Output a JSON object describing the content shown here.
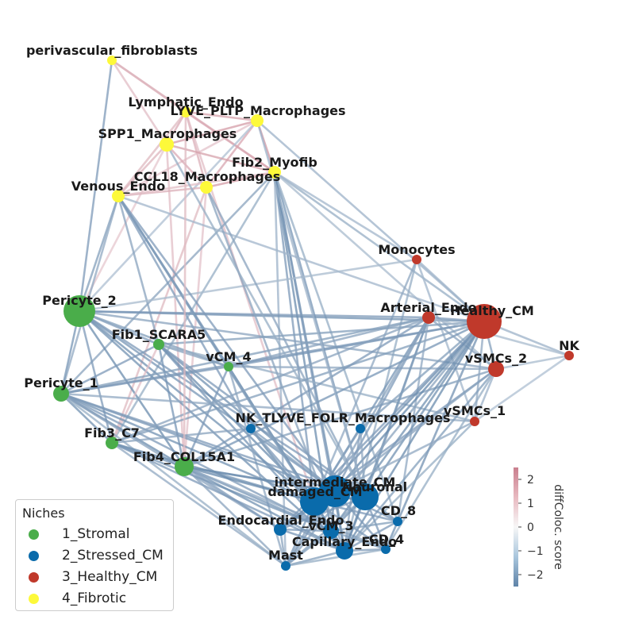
{
  "nodes": [
    {
      "id": "perivascular_fibroblasts",
      "niche": "4_Fibrotic",
      "size": 6
    },
    {
      "id": "Lymphatic_Endo",
      "niche": "4_Fibrotic",
      "size": 7
    },
    {
      "id": "LYVE_PLTP_Macrophages",
      "niche": "4_Fibrotic",
      "size": 8
    },
    {
      "id": "SPP1_Macrophages",
      "niche": "4_Fibrotic",
      "size": 9
    },
    {
      "id": "Fib2_Myofib",
      "niche": "4_Fibrotic",
      "size": 8
    },
    {
      "id": "CCL18_Macrophages",
      "niche": "4_Fibrotic",
      "size": 8
    },
    {
      "id": "Venous_Endo",
      "niche": "4_Fibrotic",
      "size": 8
    },
    {
      "id": "Pericyte_2",
      "niche": "1_Stromal",
      "size": 20
    },
    {
      "id": "Fib1_SCARA5",
      "niche": "1_Stromal",
      "size": 7
    },
    {
      "id": "vCM_4",
      "niche": "1_Stromal",
      "size": 6
    },
    {
      "id": "Pericyte_1",
      "niche": "1_Stromal",
      "size": 10
    },
    {
      "id": "Fib3_C7",
      "niche": "1_Stromal",
      "size": 8
    },
    {
      "id": "Fib4_COL15A1",
      "niche": "1_Stromal",
      "size": 12
    },
    {
      "id": "Monocytes",
      "niche": "3_Healthy_CM",
      "size": 6
    },
    {
      "id": "Arterial_Endo",
      "niche": "3_Healthy_CM",
      "size": 8
    },
    {
      "id": "Healthy_CM",
      "niche": "3_Healthy_CM",
      "size": 22
    },
    {
      "id": "NK",
      "niche": "3_Healthy_CM",
      "size": 6
    },
    {
      "id": "vSMCs_2",
      "niche": "3_Healthy_CM",
      "size": 10
    },
    {
      "id": "vSMCs_1",
      "niche": "3_Healthy_CM",
      "size": 6
    },
    {
      "id": "NK_TLYVE_FOLR_Macrophages",
      "niche": "2_Stressed_CM",
      "size": 6
    },
    {
      "id": "NK_T",
      "niche": "2_Stressed_CM",
      "size": 6
    },
    {
      "id": "LYVE_FOLR_Macrophages",
      "niche": "2_Stressed_CM",
      "size": 6
    },
    {
      "id": "intermediate_CM",
      "niche": "2_Stressed_CM",
      "size": 20
    },
    {
      "id": "damaged_CM",
      "niche": "2_Stressed_CM",
      "size": 18
    },
    {
      "id": "Neuronal",
      "niche": "2_Stressed_CM",
      "size": 17
    },
    {
      "id": "CD_8",
      "niche": "2_Stressed_CM",
      "size": 6
    },
    {
      "id": "Endocardial_Endo",
      "niche": "2_Stressed_CM",
      "size": 8
    },
    {
      "id": "vCM_3",
      "niche": "2_Stressed_CM",
      "size": 10
    },
    {
      "id": "Capillary_Endo",
      "niche": "2_Stressed_CM",
      "size": 11
    },
    {
      "id": "CD_4",
      "niche": "2_Stressed_CM",
      "size": 6
    },
    {
      "id": "Mast",
      "niche": "2_Stressed_CM",
      "size": 6
    }
  ],
  "labels": [
    {
      "text": "perivascular_fibroblasts",
      "node": "perivascular_fibroblasts"
    },
    {
      "text": "Lymphatic_Endo",
      "node": "Lymphatic_Endo"
    },
    {
      "text": "LYVE_PLTP_Macrophages",
      "node": "LYVE_PLTP_Macrophages"
    },
    {
      "text": "SPP1_Macrophages",
      "node": "SPP1_Macrophages"
    },
    {
      "text": "Fib2_Myofib",
      "node": "Fib2_Myofib"
    },
    {
      "text": "CCL18_Macrophages",
      "node": "CCL18_Macrophages"
    },
    {
      "text": "Venous_Endo",
      "node": "Venous_Endo"
    },
    {
      "text": "Pericyte_2",
      "node": "Pericyte_2"
    },
    {
      "text": "Fib1_SCARA5",
      "node": "Fib1_SCARA5"
    },
    {
      "text": "vCM_4",
      "node": "vCM_4"
    },
    {
      "text": "Pericyte_1",
      "node": "Pericyte_1"
    },
    {
      "text": "Fib3_C7",
      "node": "Fib3_C7"
    },
    {
      "text": "Fib4_COL15A1",
      "node": "Fib4_COL15A1"
    },
    {
      "text": "Monocytes",
      "node": "Monocytes"
    },
    {
      "text": "Arterial_Endo",
      "node": "Arterial_Endo"
    },
    {
      "text": "Healthy_CM",
      "node": "Healthy_CM"
    },
    {
      "text": "NK",
      "node": "NK"
    },
    {
      "text": "vSMCs_2",
      "node": "vSMCs_2"
    },
    {
      "text": "vSMCs_1",
      "node": "vSMCs_1"
    },
    {
      "text": "NK_TLYVE_FOLR_Macrophages",
      "node": "NK_TLYVE_FOLR_Macrophages"
    },
    {
      "text": "intermediate_CM",
      "node": "intermediate_CM"
    },
    {
      "text": "damaged_CM",
      "node": "damaged_CM"
    },
    {
      "text": "Neuronal",
      "node": "Neuronal"
    },
    {
      "text": "CD_8",
      "node": "CD_8"
    },
    {
      "text": "Endocardial_Endo",
      "node": "Endocardial_Endo"
    },
    {
      "text": "vCM_3",
      "node": "vCM_3"
    },
    {
      "text": "Capillary_Endo",
      "node": "Capillary_Endo"
    },
    {
      "text": "CD_4",
      "node": "CD_4"
    },
    {
      "text": "Mast",
      "node": "Mast"
    }
  ],
  "edges": [
    [
      "perivascular_fibroblasts",
      "Lymphatic_Endo",
      1.5
    ],
    [
      "perivascular_fibroblasts",
      "SPP1_Macrophages",
      1.2
    ],
    [
      "perivascular_fibroblasts",
      "Fib2_Myofib",
      1.4
    ],
    [
      "perivascular_fibroblasts",
      "Pericyte_2",
      -2.0
    ],
    [
      "Lymphatic_Endo",
      "LYVE_PLTP_Macrophages",
      1.8
    ],
    [
      "Lymphatic_Endo",
      "SPP1_Macrophages",
      1.6
    ],
    [
      "Lymphatic_Endo",
      "Fib2_Myofib",
      1.7
    ],
    [
      "Lymphatic_Endo",
      "CCL18_Macrophages",
      1.5
    ],
    [
      "Lymphatic_Endo",
      "Venous_Endo",
      1.3
    ],
    [
      "Lymphatic_Endo",
      "damaged_CM",
      1.2
    ],
    [
      "LYVE_PLTP_Macrophages",
      "SPP1_Macrophages",
      1.9
    ],
    [
      "LYVE_PLTP_Macrophages",
      "Fib2_Myofib",
      2.0
    ],
    [
      "LYVE_PLTP_Macrophages",
      "CCL18_Macrophages",
      1.7
    ],
    [
      "LYVE_PLTP_Macrophages",
      "Venous_Endo",
      1.1
    ],
    [
      "LYVE_PLTP_Macrophages",
      "Healthy_CM",
      -1.5
    ],
    [
      "LYVE_PLTP_Macrophages",
      "Pericyte_2",
      -1.2
    ],
    [
      "SPP1_Macrophages",
      "Fib2_Myofib",
      1.8
    ],
    [
      "SPP1_Macrophages",
      "CCL18_Macrophages",
      1.6
    ],
    [
      "SPP1_Macrophages",
      "Venous_Endo",
      1.4
    ],
    [
      "SPP1_Macrophages",
      "Pericyte_2",
      1.0
    ],
    [
      "SPP1_Macrophages",
      "Fib4_COL15A1",
      1.2
    ],
    [
      "CCL18_Macrophages",
      "Fib2_Myofib",
      1.9
    ],
    [
      "CCL18_Macrophages",
      "Venous_Endo",
      1.5
    ],
    [
      "CCL18_Macrophages",
      "Fib3_C7",
      1.3
    ],
    [
      "CCL18_Macrophages",
      "Fib4_COL15A1",
      1.1
    ],
    [
      "Fib2_Myofib",
      "Venous_Endo",
      1.2
    ],
    [
      "Fib2_Myofib",
      "Healthy_CM",
      -1.6
    ],
    [
      "Fib2_Myofib",
      "Monocytes",
      -1.4
    ],
    [
      "Fib2_Myofib",
      "vSMCs_2",
      -1.3
    ],
    [
      "Fib2_Myofib",
      "damaged_CM",
      -2.0
    ],
    [
      "Fib2_Myofib",
      "intermediate_CM",
      -2.2
    ],
    [
      "Fib2_Myofib",
      "Neuronal",
      -2.1
    ],
    [
      "Fib2_Myofib",
      "Capillary_Endo",
      -2.0
    ],
    [
      "Fib2_Myofib",
      "Mast",
      -1.5
    ],
    [
      "Fib2_Myofib",
      "Pericyte_1",
      -1.8
    ],
    [
      "Fib2_Myofib",
      "Fib3_C7",
      -1.6
    ],
    [
      "Fib2_Myofib",
      "CD_8",
      -1.6
    ],
    [
      "Fib2_Myofib",
      "vCM_3",
      -2.3
    ],
    [
      "Venous_Endo",
      "Pericyte_2",
      -1.9
    ],
    [
      "Venous_Endo",
      "Pericyte_1",
      -1.7
    ],
    [
      "Venous_Endo",
      "Fib1_SCARA5",
      -1.8
    ],
    [
      "Venous_Endo",
      "vCM_4",
      -2.0
    ],
    [
      "Venous_Endo",
      "Healthy_CM",
      -1.4
    ],
    [
      "Venous_Endo",
      "damaged_CM",
      -2.1
    ],
    [
      "Venous_Endo",
      "NK_TLYVE_FOLR_Macrophages",
      -2.0
    ],
    [
      "Monocytes",
      "Healthy_CM",
      -1.5
    ],
    [
      "Monocytes",
      "Pericyte_2",
      -1.3
    ],
    [
      "Monocytes",
      "Capillary_Endo",
      -1.6
    ],
    [
      "Monocytes",
      "damaged_CM",
      -1.7
    ],
    [
      "Monocytes",
      "vSMCs_1",
      -1.4
    ],
    [
      "Pericyte_2",
      "Fib1_SCARA5",
      -2.0
    ],
    [
      "Pericyte_2",
      "Pericyte_1",
      -2.1
    ],
    [
      "Pericyte_2",
      "Healthy_CM",
      -2.2
    ],
    [
      "Pericyte_2",
      "Arterial_Endo",
      -2.0
    ],
    [
      "Pericyte_2",
      "Fib4_COL15A1",
      -2.3
    ],
    [
      "Pericyte_2",
      "damaged_CM",
      -2.2
    ],
    [
      "Pericyte_2",
      "intermediate_CM",
      -2.1
    ],
    [
      "Pericyte_2",
      "Fib3_C7",
      -2.0
    ],
    [
      "Pericyte_2",
      "vSMCs_2",
      -1.8
    ],
    [
      "Pericyte_2",
      "vCM_4",
      -1.9
    ],
    [
      "Pericyte_2",
      "Capillary_Endo",
      -2.2
    ],
    [
      "Pericyte_2",
      "Neuronal",
      -2.0
    ],
    [
      "Fib1_SCARA5",
      "vCM_4",
      -1.8
    ],
    [
      "Fib1_SCARA5",
      "Fib4_COL15A1",
      -2.1
    ],
    [
      "Fib1_SCARA5",
      "Fib3_C7",
      1.2
    ],
    [
      "Fib1_SCARA5",
      "Pericyte_1",
      -2.0
    ],
    [
      "Fib1_SCARA5",
      "Healthy_CM",
      -1.9
    ],
    [
      "Fib1_SCARA5",
      "damaged_CM",
      -2.3
    ],
    [
      "Fib1_SCARA5",
      "intermediate_CM",
      -2.2
    ],
    [
      "Fib1_SCARA5",
      "Capillary_Endo",
      -2.1
    ],
    [
      "Fib1_SCARA5",
      "Neuronal",
      -2.0
    ],
    [
      "Fib1_SCARA5",
      "vSMCs_1",
      -1.6
    ],
    [
      "vCM_4",
      "Pericyte_1",
      -2.0
    ],
    [
      "vCM_4",
      "Healthy_CM",
      -2.1
    ],
    [
      "vCM_4",
      "damaged_CM",
      -2.2
    ],
    [
      "vCM_4",
      "Fib4_COL15A1",
      -2.0
    ],
    [
      "vCM_4",
      "vSMCs_2",
      -1.7
    ],
    [
      "vCM_4",
      "Capillary_Endo",
      -1.9
    ],
    [
      "vCM_4",
      "Mast",
      -1.7
    ],
    [
      "vCM_4",
      "Arterial_Endo",
      -1.8
    ],
    [
      "Pericyte_1",
      "Fib3_C7",
      -2.2
    ],
    [
      "Pericyte_1",
      "Fib4_COL15A1",
      -2.3
    ],
    [
      "Pericyte_1",
      "damaged_CM",
      -2.2
    ],
    [
      "Pericyte_1",
      "intermediate_CM",
      -2.1
    ],
    [
      "Pericyte_1",
      "Healthy_CM",
      -2.0
    ],
    [
      "Pericyte_1",
      "Arterial_Endo",
      -1.9
    ],
    [
      "Pericyte_1",
      "vCM_3",
      -2.0
    ],
    [
      "Pericyte_1",
      "Endocardial_Endo",
      -1.8
    ],
    [
      "Pericyte_1",
      "Neuronal",
      -2.0
    ],
    [
      "Pericyte_1",
      "vSMCs_1",
      -1.7
    ],
    [
      "Pericyte_1",
      "Mast",
      -1.6
    ],
    [
      "Fib3_C7",
      "Fib4_COL15A1",
      -2.1
    ],
    [
      "Fib3_C7",
      "damaged_CM",
      -2.2
    ],
    [
      "Fib3_C7",
      "Healthy_CM",
      -1.9
    ],
    [
      "Fib3_C7",
      "Arterial_Endo",
      -1.8
    ],
    [
      "Fib3_C7",
      "Capillary_Endo",
      -2.0
    ],
    [
      "Fib3_C7",
      "vCM_3",
      -2.1
    ],
    [
      "Fib3_C7",
      "Mast",
      -1.7
    ],
    [
      "Fib3_C7",
      "NK_TLYVE_FOLR_Macrophages",
      -1.8
    ],
    [
      "Fib4_COL15A1",
      "damaged_CM",
      -2.4
    ],
    [
      "Fib4_COL15A1",
      "intermediate_CM",
      -2.3
    ],
    [
      "Fib4_COL15A1",
      "Neuronal",
      -2.2
    ],
    [
      "Fib4_COL15A1",
      "Healthy_CM",
      -2.1
    ],
    [
      "Fib4_COL15A1",
      "Arterial_Endo",
      -2.0
    ],
    [
      "Fib4_COL15A1",
      "Capillary_Endo",
      -2.2
    ],
    [
      "Fib4_COL15A1",
      "vCM_3",
      -2.1
    ],
    [
      "Fib4_COL15A1",
      "Endocardial_Endo",
      -2.0
    ],
    [
      "Fib4_COL15A1",
      "Mast",
      -1.8
    ],
    [
      "Fib4_COL15A1",
      "CD_4",
      -1.7
    ],
    [
      "Fib4_COL15A1",
      "vSMCs_2",
      -1.9
    ],
    [
      "Arterial_Endo",
      "Healthy_CM",
      -2.0
    ],
    [
      "Arterial_Endo",
      "vSMCs_2",
      -1.8
    ],
    [
      "Arterial_Endo",
      "damaged_CM",
      -2.1
    ],
    [
      "Arterial_Endo",
      "intermediate_CM",
      -2.0
    ],
    [
      "Arterial_Endo",
      "Capillary_Endo",
      -2.2
    ],
    [
      "Arterial_Endo",
      "Neuronal",
      -1.9
    ],
    [
      "Arterial_Endo",
      "Mast",
      -1.8
    ],
    [
      "Arterial_Endo",
      "CD_8",
      -1.7
    ],
    [
      "Healthy_CM",
      "NK",
      -1.5
    ],
    [
      "Healthy_CM",
      "vSMCs_2",
      -1.9
    ],
    [
      "Healthy_CM",
      "vSMCs_1",
      -1.7
    ],
    [
      "Healthy_CM",
      "damaged_CM",
      -2.3
    ],
    [
      "Healthy_CM",
      "intermediate_CM",
      -2.4
    ],
    [
      "Healthy_CM",
      "Neuronal",
      -2.2
    ],
    [
      "Healthy_CM",
      "Capillary_Endo",
      -2.3
    ],
    [
      "Healthy_CM",
      "vCM_3",
      -2.2
    ],
    [
      "Healthy_CM",
      "CD_8",
      -1.8
    ],
    [
      "Healthy_CM",
      "CD_4",
      -1.7
    ],
    [
      "Healthy_CM",
      "Endocardial_Endo",
      -2.0
    ],
    [
      "Healthy_CM",
      "Mast",
      -1.8
    ],
    [
      "Healthy_CM",
      "LYVE_FOLR_Macrophages",
      -1.9
    ],
    [
      "NK",
      "vSMCs_2",
      -1.3
    ],
    [
      "NK",
      "vSMCs_1",
      -1.2
    ],
    [
      "NK",
      "Arterial_Endo",
      -1.3
    ],
    [
      "vSMCs_2",
      "vSMCs_1",
      -1.5
    ],
    [
      "vSMCs_2",
      "damaged_CM",
      -2.0
    ],
    [
      "vSMCs_2",
      "Capillary_Endo",
      -1.9
    ],
    [
      "vSMCs_2",
      "CD_4",
      -1.6
    ],
    [
      "vSMCs_2",
      "intermediate_CM",
      -1.8
    ],
    [
      "vSMCs_1",
      "damaged_CM",
      -1.7
    ],
    [
      "vSMCs_1",
      "Capillary_Endo",
      -1.6
    ],
    [
      "NK_TLYVE_FOLR_Macrophages",
      "damaged_CM",
      -2.0
    ],
    [
      "NK_TLYVE_FOLR_Macrophages",
      "intermediate_CM",
      -1.9
    ],
    [
      "NK_TLYVE_FOLR_Macrophages",
      "Capillary_Endo",
      -1.8
    ],
    [
      "NK_TLYVE_FOLR_Macrophages",
      "vCM_3",
      -1.9
    ],
    [
      "LYVE_FOLR_Macrophages",
      "damaged_CM",
      -1.9
    ],
    [
      "LYVE_FOLR_Macrophages",
      "Capillary_Endo",
      -1.8
    ],
    [
      "LYVE_FOLR_Macrophages",
      "Neuronal",
      -1.7
    ],
    [
      "intermediate_CM",
      "damaged_CM",
      -2.4
    ],
    [
      "intermediate_CM",
      "Neuronal",
      -2.4
    ],
    [
      "intermediate_CM",
      "Capillary_Endo",
      -2.3
    ],
    [
      "intermediate_CM",
      "vCM_3",
      -2.3
    ],
    [
      "intermediate_CM",
      "Endocardial_Endo",
      -2.2
    ],
    [
      "intermediate_CM",
      "CD_8",
      -2.1
    ],
    [
      "intermediate_CM",
      "CD_4",
      -2.0
    ],
    [
      "intermediate_CM",
      "Mast",
      -2.0
    ],
    [
      "damaged_CM",
      "Neuronal",
      -2.3
    ],
    [
      "damaged_CM",
      "Capillary_Endo",
      -2.4
    ],
    [
      "damaged_CM",
      "vCM_3",
      -2.4
    ],
    [
      "damaged_CM",
      "Endocardial_Endo",
      -2.3
    ],
    [
      "damaged_CM",
      "Mast",
      -2.1
    ],
    [
      "damaged_CM",
      "CD_4",
      -2.0
    ],
    [
      "damaged_CM",
      "CD_8",
      -2.0
    ],
    [
      "Neuronal",
      "Capillary_Endo",
      -2.3
    ],
    [
      "Neuronal",
      "vCM_3",
      -2.2
    ],
    [
      "Neuronal",
      "CD_8",
      -2.1
    ],
    [
      "Neuronal",
      "CD_4",
      -2.0
    ],
    [
      "Neuronal",
      "Endocardial_Endo",
      -2.0
    ],
    [
      "Neuronal",
      "Mast",
      -1.9
    ],
    [
      "Capillary_Endo",
      "vCM_3",
      -2.2
    ],
    [
      "Capillary_Endo",
      "CD_4",
      -2.0
    ],
    [
      "Capillary_Endo",
      "Endocardial_Endo",
      -2.1
    ],
    [
      "Capillary_Endo",
      "Mast",
      -1.9
    ],
    [
      "Capillary_Endo",
      "CD_8",
      -2.0
    ],
    [
      "vCM_3",
      "CD_4",
      -1.9
    ],
    [
      "vCM_3",
      "Endocardial_Endo",
      -2.0
    ],
    [
      "vCM_3",
      "Mast",
      -1.9
    ],
    [
      "vCM_3",
      "CD_8",
      -1.9
    ],
    [
      "Endocardial_Endo",
      "Mast",
      -1.8
    ],
    [
      "CD_8",
      "CD_4",
      -1.7
    ],
    [
      "Mast",
      "CD_4",
      -1.6
    ],
    [
      "Venous_Endo",
      "Capillary_Endo",
      -1.9
    ],
    [
      "Venous_Endo",
      "intermediate_CM",
      -2.0
    ],
    [
      "CCL18_Macrophages",
      "Capillary_Endo",
      -1.8
    ],
    [
      "CCL18_Macrophages",
      "Neuronal",
      -1.8
    ],
    [
      "SPP1_Macrophages",
      "Neuronal",
      -1.6
    ],
    [
      "LYVE_PLTP_Macrophages",
      "Neuronal",
      -1.5
    ],
    [
      "Lymphatic_Endo",
      "Fib4_COL15A1",
      1.3
    ]
  ],
  "legend": {
    "title": "Niches",
    "items": [
      {
        "label": "1_Stromal",
        "color": "#4aad4a"
      },
      {
        "label": "2_Stressed_CM",
        "color": "#0a6bab"
      },
      {
        "label": "3_Healthy_CM",
        "color": "#c0392b"
      },
      {
        "label": "4_Fibrotic",
        "color": "#fdf93a"
      }
    ]
  },
  "colorbar": {
    "label": "diffColoc. score",
    "min": -2.5,
    "max": 2.5,
    "ticks": [
      "2",
      "1",
      "0",
      "−1",
      "−2"
    ],
    "tick_values": [
      2,
      1,
      0,
      -1,
      -2
    ]
  }
}
